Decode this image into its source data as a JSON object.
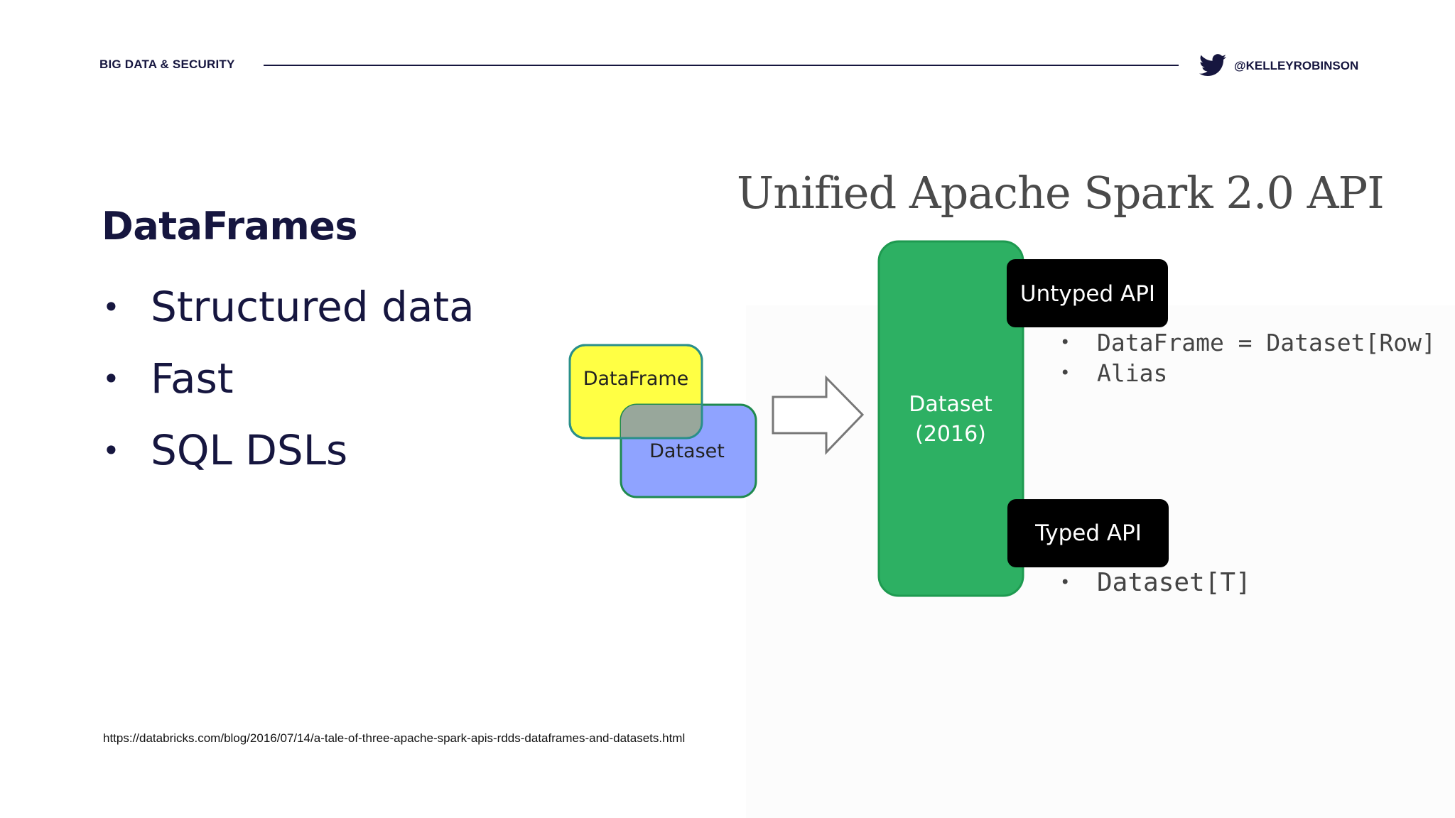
{
  "header": {
    "label": "BIG DATA & SECURITY",
    "handle": "@KELLEYROBINSON"
  },
  "slide": {
    "title": "DataFrames",
    "bullets": [
      "Structured data",
      "Fast",
      "SQL DSLs"
    ],
    "source_url": "https://databricks.com/blog/2016/07/14/a-tale-of-three-apache-spark-apis-rdds-dataframes-and-datasets.html"
  },
  "diagram": {
    "title": "Unified Apache Spark 2.0 API",
    "dataframe_label": "DataFrame",
    "dataset_label": "Dataset",
    "center_line1": "Dataset",
    "center_line2": "(2016)",
    "untyped_label": "Untyped API",
    "untyped_items": [
      "DataFrame = Dataset[Row]",
      "Alias"
    ],
    "typed_label": "Typed API",
    "typed_items": [
      "Dataset[T]"
    ],
    "colors": {
      "dataframe_fill": "#ffff44",
      "dataset_fill": "#8fa3ff",
      "overlap_fill": "#98a79b",
      "center_green": "#2db063",
      "api_box": "#000000"
    }
  }
}
